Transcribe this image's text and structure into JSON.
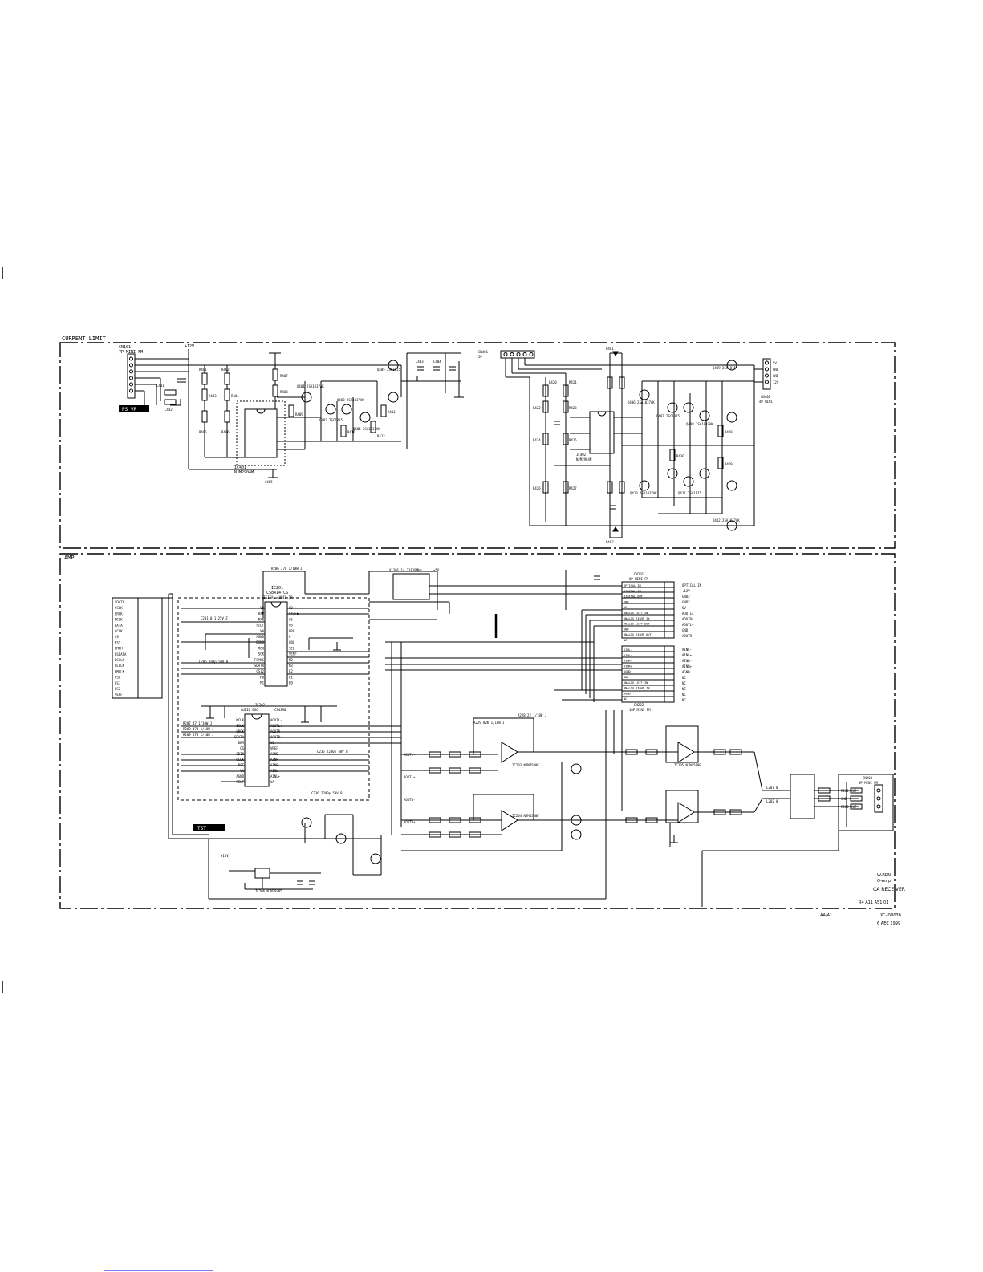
{
  "sheet": {
    "top_section_title": "CURRENT LIMIT",
    "bottom_section_title": "AMP",
    "title_block": {
      "model_line1": "W-BRN",
      "model_line2": "Q-Amp",
      "board_name": "CA RECEIVER",
      "revision_line": "R4  A11  A51  01",
      "drawn_label": "AA/A1",
      "doc_number": "XC-PW030",
      "date": "6 AEC 1999"
    }
  },
  "colors": {
    "ink": "#000000",
    "paper": "#ffffff",
    "link": "#0000ee"
  },
  "top_left": {
    "connector_ref": "CN101",
    "connector_desc": "7P MINI FM",
    "power_label": "PS VR",
    "supply_label": "+12V",
    "ic_ref": "IC401",
    "ic_part": "NJM2904M",
    "transistors": [
      "Q401 2SA1037AK",
      "Q402 2SC1815",
      "Q403 2SA1037AK",
      "Q404 2SA1037AK",
      "Q405 2SC1815"
    ],
    "resistors": [
      "R401",
      "R402",
      "R403",
      "R404",
      "R405",
      "R406",
      "R407",
      "R408",
      "R409",
      "R410",
      "R411",
      "R412"
    ],
    "capacitors": [
      "C401",
      "C402",
      "C403",
      "C404",
      "C405"
    ]
  },
  "top_right": {
    "connector_ref": "CN401",
    "connector_desc": "5P",
    "out_connector_ref": "CN402",
    "out_connector_desc": "4P MINI",
    "out_pins": [
      "5V",
      "GND",
      "GND",
      "12V"
    ],
    "ic_ref": "IC402",
    "ic_part": "NJM2904M",
    "transistors": [
      "Q406 2SA1037AK",
      "Q407 2SC1815",
      "Q408 2SA1037AK",
      "Q409 2SC1815",
      "Q410 2SA1037AK",
      "Q411 2SC1815",
      "Q412 2SA1037AK"
    ],
    "resistors": [
      "R420",
      "R421",
      "R422",
      "R423",
      "R424",
      "R425",
      "R426",
      "R427",
      "R428",
      "R429",
      "R430"
    ],
    "diodes": [
      "D401",
      "D402"
    ]
  },
  "bottom": {
    "dsp_ic_ref": "IC201",
    "dsp_ic_part": "CS8414-CS",
    "dsp_ic_desc": "DIGITAL AUDIO IR",
    "dac_ic_ref": "IC202",
    "dac_ic_part": "CS4390",
    "dac_ic_desc": "AUDIO DAC",
    "opamp_refs": [
      "IC203 NJM4580E",
      "IC204 NJM4580E",
      "IC205 NJM4580E"
    ],
    "regulator_ref": "IC206 NJM78L05",
    "x_tal": "X1201 14.31818MHz",
    "connector_a_ref": "CN201",
    "connector_a_desc": "8P MINI FM",
    "connector_b_ref": "CN202",
    "connector_b_desc": "10P MINI FM",
    "connector_c_ref": "CN203",
    "connector_c_desc": "3P MINI FM",
    "cn_a_pins": [
      "OPTICAL IN",
      "DIGITAL IN",
      "DIGITAL OUT",
      "GND",
      "5V",
      "ANALOG LEFT IN",
      "ANALOG RIGHT IN",
      "ANALOG LEFT OUT",
      "GND",
      "ANALOG RIGHT OUT",
      "NC"
    ],
    "cn_a_nets": [
      "OPTICAL IN",
      "+12V",
      "GND2",
      "GND2",
      "5V",
      "AOUTL4",
      "AOUTR4",
      "AOUTL+",
      "GND",
      "AOUTR+"
    ],
    "cn_b_pins": [
      "AINL-",
      "AINL+",
      "AINR-",
      "AINR+",
      "AGND",
      "GND",
      "ANALOG LEFT IN",
      "ANALOG RIGHT IN",
      "AGND",
      "NC"
    ],
    "cn_b_nets": [
      "AINL-",
      "AINL+",
      "AINR-",
      "AINR+",
      "AGND",
      "NC",
      "NC",
      "NC",
      "NC",
      "NC"
    ],
    "cn_c_pins": [
      "R201 OUT",
      "GND",
      "R202 OUT"
    ],
    "left_bus_labels": [
      "SDATA",
      "SCLK",
      "LRCK",
      "MCLK",
      "DATA",
      "CCLK",
      "CS",
      "RST",
      "EMPH",
      "DSDATA",
      "DSCLK",
      "DLRCK",
      "DMCLK",
      "FS0",
      "FS1",
      "FS2",
      "VERF"
    ],
    "dsp_left_pins": [
      "VD",
      "RXP",
      "RXN",
      "FILT",
      "VA",
      "AGND",
      "DGND",
      "MCK",
      "SCK",
      "FSYNC",
      "SDATA",
      "CS12",
      "M0",
      "M1"
    ],
    "dsp_right_pins": [
      "CD",
      "C4/FE",
      "C5",
      "C6",
      "ERF",
      "U",
      "CBL",
      "SEL",
      "VERF",
      "M2",
      "M3",
      "E2",
      "E1",
      "E0"
    ],
    "dac_left_pins": [
      "MCLK",
      "SCLK",
      "LRCK",
      "SDATA",
      "DEM",
      "CS",
      "CDIN",
      "CCLK",
      "RST",
      "VA",
      "AGND",
      "FILT"
    ],
    "dac_right_pins": [
      "AOUTL-",
      "AOUTL+",
      "AOUTR-",
      "AOUTR+",
      "VQ",
      "VREF",
      "AGND",
      "AINR-",
      "AINR+",
      "AINL-",
      "AINL+",
      "VA"
    ],
    "opamp_nets": [
      "AOUTL-",
      "AOUTL+",
      "AOUTR-",
      "AOUTR+"
    ],
    "misc_labels": [
      "R206 270 1/10W J",
      "R207 47 1/10W J",
      "R208 470 1/10W J",
      "R209 470 1/10W J",
      "C201 0.1 25V Z",
      "C205 100p 50V B",
      "C235 2200p 50V B",
      "C236 2200p 50V B",
      "R228 22 1/10W J",
      "R229 82K 1/10W J",
      "L201 0",
      "L202 0",
      "+12V",
      "+5V",
      "TST"
    ]
  },
  "footer": {
    "link_text": ""
  }
}
